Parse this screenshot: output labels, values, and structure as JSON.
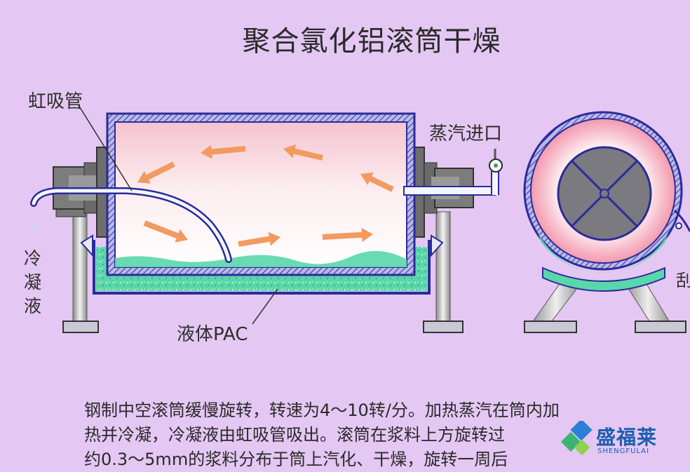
{
  "title": "聚合氯化铝滚筒干燥",
  "labels": {
    "siphon": "虹吸管",
    "steam_inlet": "蒸汽进口",
    "condensate": "冷凝液",
    "liquid_pac": "液体PAC",
    "edge_partial": "刮"
  },
  "description": [
    "钢制中空滚筒缓慢旋转，转速为4～10转/分。加热蒸汽在筒内加",
    "热并冷凝，冷凝液由虹吸管吸出。滚筒在浆料上方旋转过",
    "约0.3～5mm的浆料分布于筒上汽化、干燥，旋转一周后"
  ],
  "logo": {
    "name": "盛福莱",
    "sub": "SHENGFULAI"
  },
  "colors": {
    "background": "#e4c7f3",
    "arrow": "#f29a5f",
    "shell_blue": "#3a3ab0",
    "liquid_green": "#58d7a8",
    "drum_pink": "#f7c6d8"
  }
}
